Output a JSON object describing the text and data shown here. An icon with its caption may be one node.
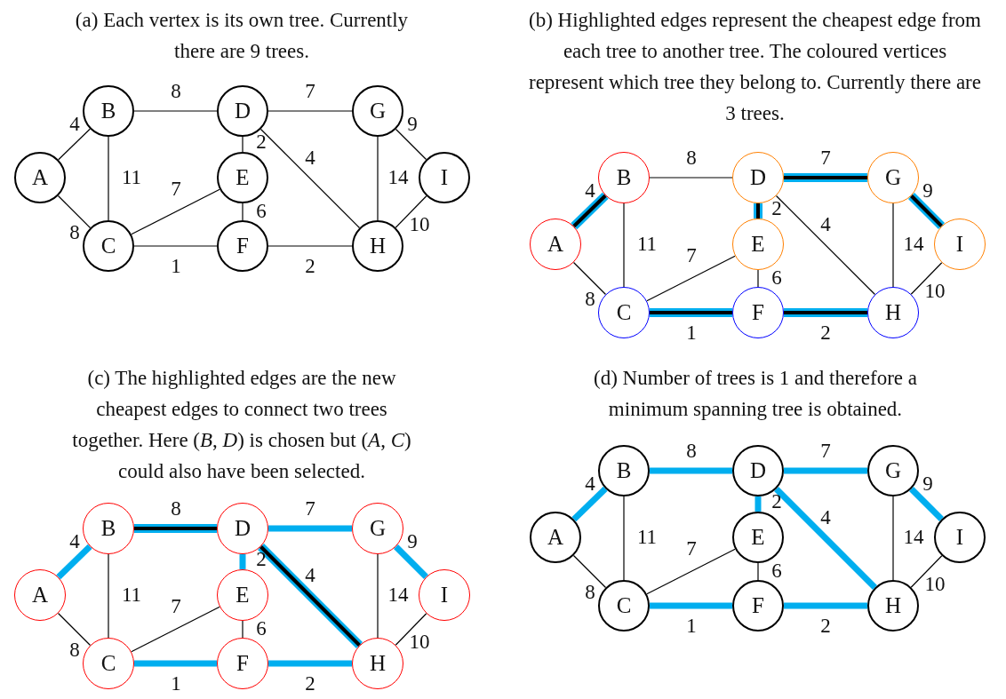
{
  "diagram": {
    "nodes": [
      {
        "text": [
          "A"
        ]
      },
      {
        "text": [
          "B"
        ]
      },
      {
        "text": [
          "C"
        ]
      },
      {
        "text": [
          "D"
        ]
      },
      {
        "text": [
          "E"
        ]
      },
      {
        "text": [
          "F"
        ]
      },
      {
        "text": [
          "G"
        ]
      },
      {
        "text": [
          "H"
        ]
      },
      {
        "text": [
          "I"
        ]
      },
      {
        "text": [
          "A"
        ]
      },
      {
        "text": [
          "B"
        ]
      },
      {
        "text": [
          "C"
        ]
      },
      {
        "text": [
          "D"
        ]
      },
      {
        "text": [
          "E"
        ]
      },
      {
        "text": [
          "F"
        ]
      },
      {
        "text": [
          "G"
        ]
      },
      {
        "text": [
          "H"
        ]
      },
      {
        "text": [
          "I"
        ]
      },
      {
        "text": [
          "A"
        ]
      },
      {
        "text": [
          "B"
        ]
      },
      {
        "text": [
          "C"
        ]
      },
      {
        "text": [
          "D"
        ]
      },
      {
        "text": [
          "E"
        ]
      },
      {
        "text": [
          "F"
        ]
      },
      {
        "text": [
          "G"
        ]
      },
      {
        "text": [
          "H"
        ]
      },
      {
        "text": [
          "I"
        ]
      },
      {
        "text": [
          "A"
        ]
      },
      {
        "text": [
          "B"
        ]
      },
      {
        "text": [
          "C"
        ]
      },
      {
        "text": [
          "D"
        ]
      },
      {
        "text": [
          "E"
        ]
      },
      {
        "text": [
          "F"
        ]
      },
      {
        "text": [
          "G"
        ]
      },
      {
        "text": [
          "H"
        ]
      },
      {
        "text": [
          "I"
        ]
      }
    ],
    "edges": [
      {
        "from": 0,
        "to": 1,
        "arrow": "none",
        "label": "4"
      },
      {
        "from": 1,
        "to": 3,
        "arrow": "none",
        "label": "8"
      },
      {
        "from": 3,
        "to": 6,
        "arrow": "none",
        "label": "7"
      },
      {
        "from": 6,
        "to": 8,
        "arrow": "none",
        "label": "9"
      },
      {
        "from": 0,
        "to": 2,
        "arrow": "none",
        "label": "8"
      },
      {
        "from": 1,
        "to": 2,
        "arrow": "none",
        "label": "11"
      },
      {
        "from": 2,
        "to": 4,
        "arrow": "none",
        "label": "7"
      },
      {
        "from": 3,
        "to": 4,
        "arrow": "none",
        "label": "2"
      },
      {
        "from": 4,
        "to": 5,
        "arrow": "none",
        "label": "6"
      },
      {
        "from": 3,
        "to": 7,
        "arrow": "none",
        "label": "4"
      },
      {
        "from": 6,
        "to": 7,
        "arrow": "none",
        "label": "14"
      },
      {
        "from": 7,
        "to": 8,
        "arrow": "none",
        "label": "10"
      },
      {
        "from": 2,
        "to": 5,
        "arrow": "none",
        "label": "1"
      },
      {
        "from": 5,
        "to": 7,
        "arrow": "none",
        "label": "2"
      },
      {
        "from": 9,
        "to": 10,
        "arrow": "none",
        "label": "4",
        "style": "thick"
      },
      {
        "from": 10,
        "to": 12,
        "arrow": "none",
        "label": "8"
      },
      {
        "from": 12,
        "to": 15,
        "arrow": "none",
        "label": "7",
        "style": "thick"
      },
      {
        "from": 15,
        "to": 17,
        "arrow": "none",
        "label": "9",
        "style": "thick"
      },
      {
        "from": 9,
        "to": 11,
        "arrow": "none",
        "label": "8"
      },
      {
        "from": 10,
        "to": 11,
        "arrow": "none",
        "label": "11"
      },
      {
        "from": 11,
        "to": 13,
        "arrow": "none",
        "label": "7"
      },
      {
        "from": 12,
        "to": 13,
        "arrow": "none",
        "label": "2",
        "style": "thick"
      },
      {
        "from": 13,
        "to": 14,
        "arrow": "none",
        "label": "6"
      },
      {
        "from": 12,
        "to": 16,
        "arrow": "none",
        "label": "4"
      },
      {
        "from": 15,
        "to": 16,
        "arrow": "none",
        "label": "14"
      },
      {
        "from": 16,
        "to": 17,
        "arrow": "none",
        "label": "10"
      },
      {
        "from": 11,
        "to": 14,
        "arrow": "none",
        "label": "1",
        "style": "thick"
      },
      {
        "from": 14,
        "to": 16,
        "arrow": "none",
        "label": "2",
        "style": "thick"
      },
      {
        "from": 18,
        "to": 19,
        "arrow": "none",
        "label": "4",
        "style": "thick",
        "color": "#00aeef"
      },
      {
        "from": 19,
        "to": 21,
        "arrow": "none",
        "label": "8",
        "style": "thick"
      },
      {
        "from": 21,
        "to": 24,
        "arrow": "none",
        "label": "7",
        "style": "thick",
        "color": "#00aeef"
      },
      {
        "from": 24,
        "to": 26,
        "arrow": "none",
        "label": "9",
        "style": "thick",
        "color": "#00aeef"
      },
      {
        "from": 18,
        "to": 20,
        "arrow": "none",
        "label": "8"
      },
      {
        "from": 19,
        "to": 20,
        "arrow": "none",
        "label": "11"
      },
      {
        "from": 20,
        "to": 22,
        "arrow": "none",
        "label": "7"
      },
      {
        "from": 21,
        "to": 22,
        "arrow": "none",
        "label": "2",
        "style": "thick",
        "color": "#00aeef"
      },
      {
        "from": 22,
        "to": 23,
        "arrow": "none",
        "label": "6"
      },
      {
        "from": 21,
        "to": 25,
        "arrow": "none",
        "label": "4",
        "style": "thick"
      },
      {
        "from": 24,
        "to": 25,
        "arrow": "none",
        "label": "14"
      },
      {
        "from": 25,
        "to": 26,
        "arrow": "none",
        "label": "10"
      },
      {
        "from": 20,
        "to": 23,
        "arrow": "none",
        "label": "1",
        "style": "thick",
        "color": "#00aeef"
      },
      {
        "from": 23,
        "to": 25,
        "arrow": "none",
        "label": "2",
        "style": "thick",
        "color": "#00aeef"
      },
      {
        "from": 27,
        "to": 28,
        "arrow": "none",
        "label": "4",
        "style": "thick",
        "color": "#00aeef"
      },
      {
        "from": 28,
        "to": 30,
        "arrow": "none",
        "label": "8",
        "style": "thick",
        "color": "#00aeef"
      },
      {
        "from": 30,
        "to": 33,
        "arrow": "none",
        "label": "7",
        "style": "thick",
        "color": "#00aeef"
      },
      {
        "from": 33,
        "to": 35,
        "arrow": "none",
        "label": "9",
        "style": "thick",
        "color": "#00aeef"
      },
      {
        "from": 27,
        "to": 29,
        "arrow": "none",
        "label": "8"
      },
      {
        "from": 28,
        "to": 29,
        "arrow": "none",
        "label": "11"
      },
      {
        "from": 29,
        "to": 31,
        "arrow": "none",
        "label": "7"
      },
      {
        "from": 30,
        "to": 31,
        "arrow": "none",
        "label": "2",
        "style": "thick",
        "color": "#00aeef"
      },
      {
        "from": 31,
        "to": 32,
        "arrow": "none",
        "label": "6"
      },
      {
        "from": 30,
        "to": 34,
        "arrow": "none",
        "label": "4",
        "style": "thick",
        "color": "#00aeef"
      },
      {
        "from": 33,
        "to": 34,
        "arrow": "none",
        "label": "14"
      },
      {
        "from": 34,
        "to": 35,
        "arrow": "none",
        "label": "10"
      },
      {
        "from": 29,
        "to": 32,
        "arrow": "none",
        "label": "1",
        "style": "thick",
        "color": "#00aeef"
      },
      {
        "from": 32,
        "to": 34,
        "arrow": "none",
        "label": "2",
        "style": "thick",
        "color": "#00aeef"
      }
    ],
    "labels": [
      "(a) Each vertex is its own tree. Currently there are 9 trees.",
      "(b) Highlighted edges represent the cheapest edge from each tree to another tree. The coloured vertices represent which tree they belong to. Currently there are 3 trees.",
      "(c) The highlighted edges are the new cheapest edges to connect two trees together. Here (*B*, *D*) is chosen but (*A*, *C*) could also have been selected.",
      "(d) Number of trees is 1 and therefore a minimum spanning tree is obtained."
    ]
  }
}
